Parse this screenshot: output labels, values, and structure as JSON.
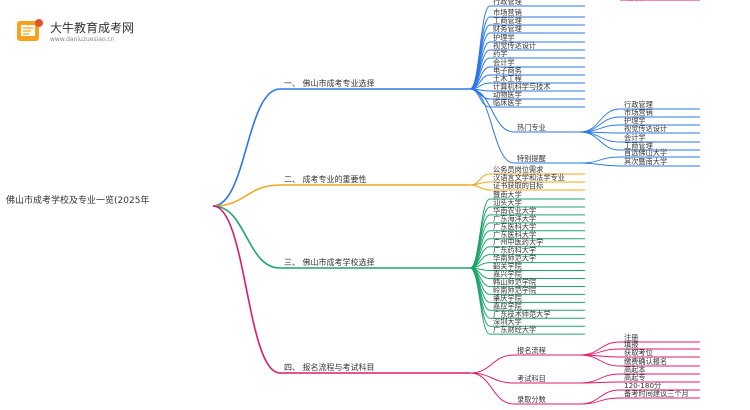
{
  "site": {
    "name": "大牛教育成考网",
    "url": "www.daniuzuesiao.cn"
  },
  "colors": {
    "b1": "#2b78e4",
    "b2": "#f0a81e",
    "b3": "#1fa56b",
    "b4": "#e0186b",
    "text": "#333333"
  },
  "root": "佛山市成考学校及专业一览(2025年",
  "branches": [
    {
      "label": "一、 佛山市成考专业选择",
      "children": [
        {
          "label": "行政管理"
        },
        {
          "label": "市场营销"
        },
        {
          "label": "工商管理"
        },
        {
          "label": "财务管理"
        },
        {
          "label": "护理学"
        },
        {
          "label": "视觉传达设计"
        },
        {
          "label": "药学"
        },
        {
          "label": "会计学"
        },
        {
          "label": "电子商务"
        },
        {
          "label": "土木工程"
        },
        {
          "label": "计算机科学与技术"
        },
        {
          "label": "动物医学"
        },
        {
          "label": "临床医学"
        },
        {
          "label": "热门专业",
          "children": [
            "行政管理",
            "市场营销",
            "护理学",
            "视觉传达设计",
            "会计学",
            "工商管理"
          ]
        },
        {
          "label": "特别提醒",
          "children": [
            "首选佛山大学",
            "其次暨南大学"
          ]
        }
      ]
    },
    {
      "label": "二、 成考专业的重要性",
      "children": [
        {
          "label": "公务员岗位需求"
        },
        {
          "label": "汉语言文学和法学专业"
        },
        {
          "label": "证书获取的目标"
        }
      ]
    },
    {
      "label": "三、 佛山市成考学校选择",
      "children": [
        {
          "label": "暨南大学"
        },
        {
          "label": "汕头大学"
        },
        {
          "label": "华南农业大学"
        },
        {
          "label": "广东海洋大学"
        },
        {
          "label": "广东医科大学"
        },
        {
          "label": "广东医科大学"
        },
        {
          "label": "广州中医药大学"
        },
        {
          "label": "广东药科大学"
        },
        {
          "label": "华南师范大学"
        },
        {
          "label": "韶关学院"
        },
        {
          "label": "嘉兴学院"
        },
        {
          "label": "韩山师范学院"
        },
        {
          "label": "岭南师范学院"
        },
        {
          "label": "肇庆学院"
        },
        {
          "label": "嘉应学院"
        },
        {
          "label": "广东技术师范大学"
        },
        {
          "label": "深圳大学"
        },
        {
          "label": "广东财经大学"
        }
      ]
    },
    {
      "label": "四、 报名流程与考试科目",
      "children": [
        {
          "label": "报名流程",
          "children": [
            "注册",
            "填报",
            "获取考位",
            "缴费确认报名"
          ]
        },
        {
          "label": "考试科目",
          "children": [
            "高起本",
            "高起专",
            "专升本"
          ]
        },
        {
          "label": "录取分数",
          "children": [
            "120-180分",
            "备考时间建议三个月"
          ]
        }
      ]
    }
  ]
}
